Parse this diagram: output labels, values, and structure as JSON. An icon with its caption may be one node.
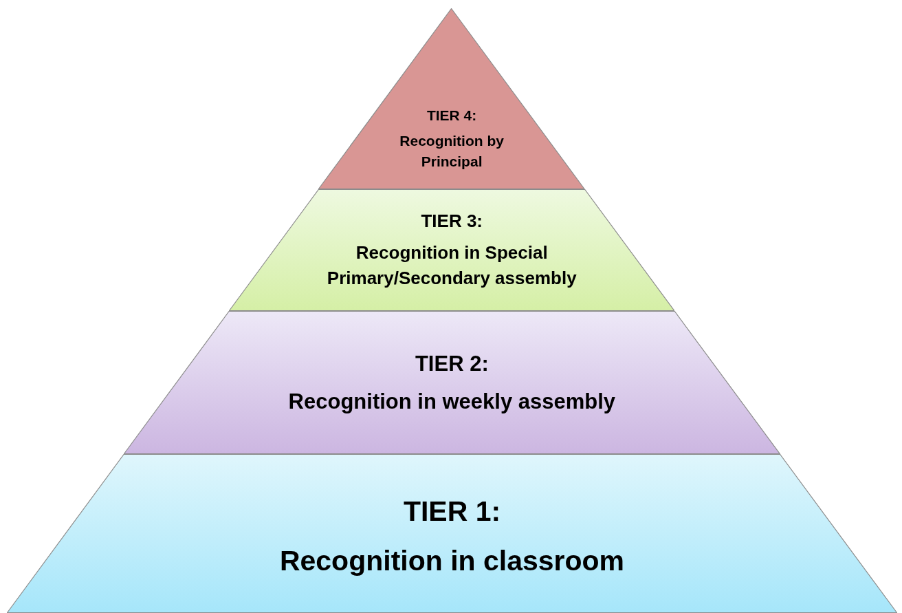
{
  "diagram": {
    "nodes": [
      {
        "text": [
          "TIER 4:",
          "Recognition by Principal"
        ]
      },
      {
        "text": [
          "TIER 3:",
          "Recognition in Special Primary/Secondary assembly"
        ]
      },
      {
        "text": [
          "TIER 2:",
          "Recognition in weekly assembly"
        ]
      },
      {
        "text": [
          "TIER 1:",
          "Recognition in classroom"
        ]
      }
    ]
  }
}
